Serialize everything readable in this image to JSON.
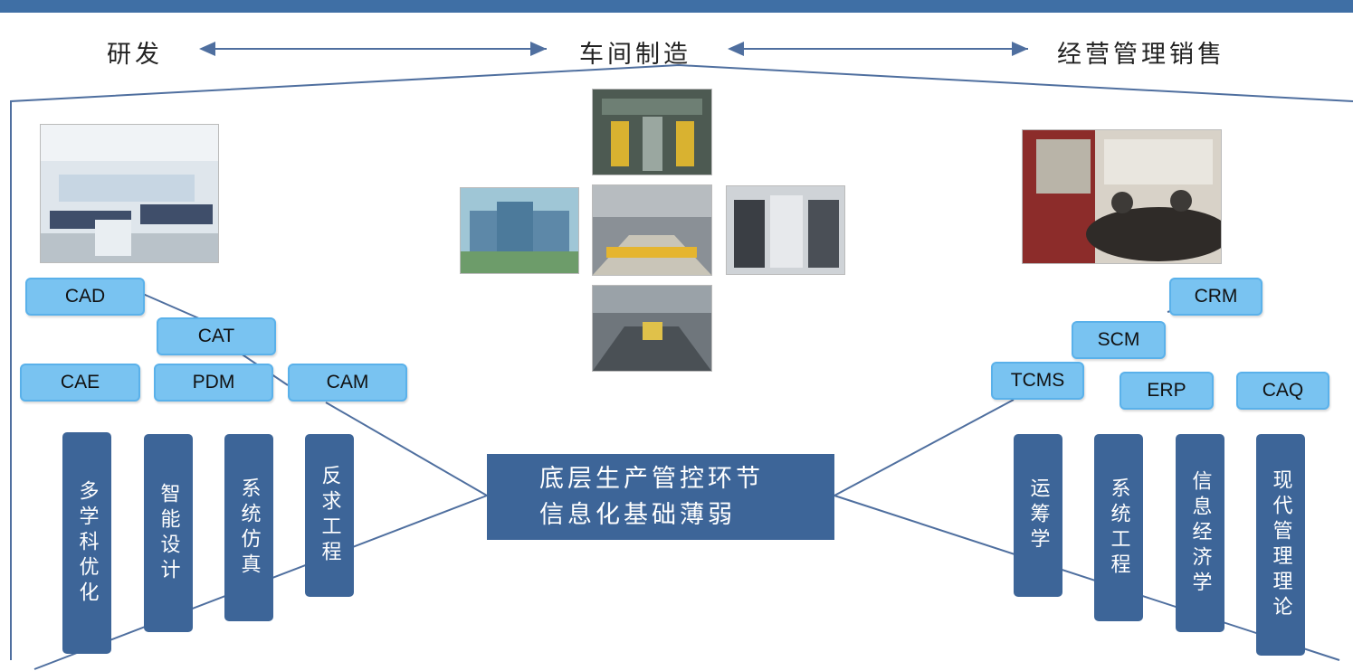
{
  "header": {
    "left": "研发",
    "middle": "车间制造",
    "right": "经营管理销售"
  },
  "center_box": {
    "line1": "底层生产管控环节",
    "line2": "信息化基础薄弱"
  },
  "rd_tags": {
    "cad": "CAD",
    "cat": "CAT",
    "cae": "CAE",
    "pdm": "PDM",
    "cam": "CAM"
  },
  "mgmt_tags": {
    "crm": "CRM",
    "scm": "SCM",
    "tcms": "TCMS",
    "erp": "ERP",
    "caq": "CAQ"
  },
  "rd_disciplines": {
    "d1": "多学科优化",
    "d2": "智能设计",
    "d3": "系统仿真",
    "d4": "反求工程"
  },
  "mgmt_disciplines": {
    "d1": "运筹学",
    "d2": "系统工程",
    "d3": "信息经济学",
    "d4": "现代管理理论"
  },
  "colors": {
    "top_bar": "#3f6fa5",
    "dark_box": "#3d6598",
    "light_tag": "#79c3f1",
    "line": "#4f6f9f"
  }
}
